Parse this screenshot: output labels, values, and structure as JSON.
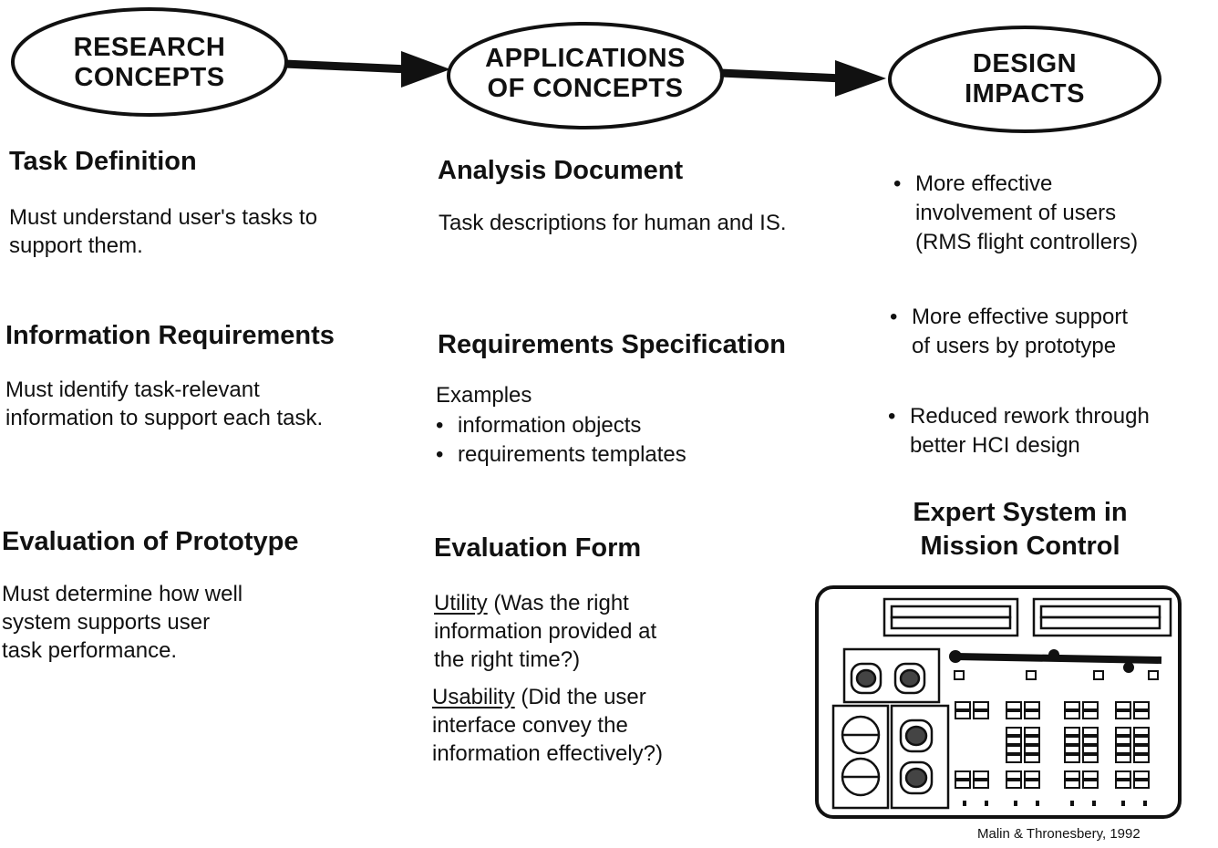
{
  "flow": {
    "research": {
      "line1": "RESEARCH",
      "line2": "CONCEPTS"
    },
    "applications": {
      "line1": "APPLICATIONS",
      "line2": "OF CONCEPTS"
    },
    "design": {
      "line1": "DESIGN",
      "line2": "IMPACTS"
    }
  },
  "research": {
    "task_definition": {
      "title": "Task Definition",
      "lines": [
        "Must understand user's tasks to",
        "support them."
      ]
    },
    "information_requirements": {
      "title": "Information Requirements",
      "lines": [
        "Must identify task-relevant",
        "information to support each task."
      ]
    },
    "evaluation_prototype": {
      "title": "Evaluation of Prototype",
      "lines": [
        "Must determine how well",
        "system supports user",
        "task performance."
      ]
    }
  },
  "applications": {
    "analysis_document": {
      "title": "Analysis Document",
      "text": "Task descriptions for human and IS."
    },
    "requirements_spec": {
      "title": "Requirements Specification",
      "examples_label": "Examples",
      "bullets": [
        "information objects",
        "requirements templates"
      ]
    },
    "evaluation_form": {
      "title": "Evaluation Form",
      "utility": {
        "term": "Utility",
        "lines": [
          " (Was the right",
          "information provided at",
          "the right time?)"
        ]
      },
      "usability": {
        "term": "Usability",
        "lines": [
          " (Did the user",
          "interface convey the",
          "information effectively?)"
        ]
      }
    }
  },
  "design": {
    "bullets": [
      {
        "lines": [
          "More effective",
          "involvement of users",
          "(RMS flight controllers)"
        ]
      },
      {
        "lines": [
          "More effective support",
          "of users by prototype"
        ]
      },
      {
        "lines": [
          "Reduced rework through",
          "better HCI design"
        ]
      }
    ],
    "expert_system": {
      "line1": "Expert System in",
      "line2": "Mission Control"
    },
    "credit": "Malin & Thronesbery, 1992"
  }
}
